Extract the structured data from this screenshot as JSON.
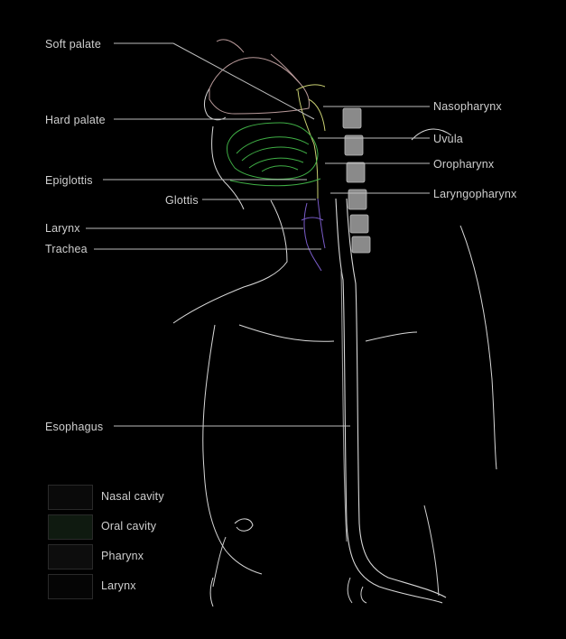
{
  "labels": {
    "soft_palate": "Soft palate",
    "hard_palate": "Hard palate",
    "epiglottis": "Epiglottis",
    "glottis": "Glottis",
    "larynx": "Larynx",
    "trachea": "Trachea",
    "esophagus": "Esophagus",
    "nasopharynx": "Nasopharynx",
    "uvula": "Uvula",
    "oropharynx": "Oropharynx",
    "laryngopharynx": "Laryngopharynx"
  },
  "legend": [
    {
      "label": "Nasal cavity",
      "color": "#0a0a0a"
    },
    {
      "label": "Oral cavity",
      "color": "#0f1a10"
    },
    {
      "label": "Pharynx",
      "color": "#0d0d0d"
    },
    {
      "label": "Larynx",
      "color": "#050505"
    }
  ],
  "colors": {
    "background": "#000000",
    "outline": "#d8d8d8",
    "leader_line": "#bdbdbd",
    "oral_cavity": "#3fae45",
    "pharynx_outline": "#c9cf72",
    "larynx": "#7a5cc9",
    "nasal_cavity": "#b99a9a",
    "vertebra": "#8a8a8a"
  }
}
